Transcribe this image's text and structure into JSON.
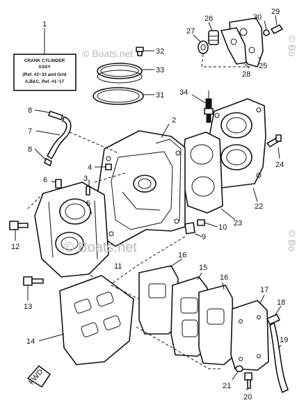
{
  "callout_box": {
    "line1": "CRANK CYLINDER",
    "line2": "ASSY",
    "line3": "(Ref. #2~33 and Grid",
    "line4": "A,B&C, Ref. #1~17"
  },
  "watermarks": {
    "top": "© Boats.net",
    "middle": "© Boats.net",
    "right_top": "© Bo",
    "right_bottom": "© Bo"
  },
  "fwd_label": "FWD",
  "part_numbers": [
    "1",
    "2",
    "3",
    "4",
    "5",
    "6",
    "7",
    "8",
    "9",
    "10",
    "11",
    "12",
    "13",
    "14",
    "15",
    "16",
    "16",
    "17",
    "18",
    "19",
    "20",
    "21",
    "22",
    "23",
    "24",
    "25",
    "26",
    "27",
    "28",
    "29",
    "30",
    "31",
    "32",
    "33",
    "34"
  ]
}
